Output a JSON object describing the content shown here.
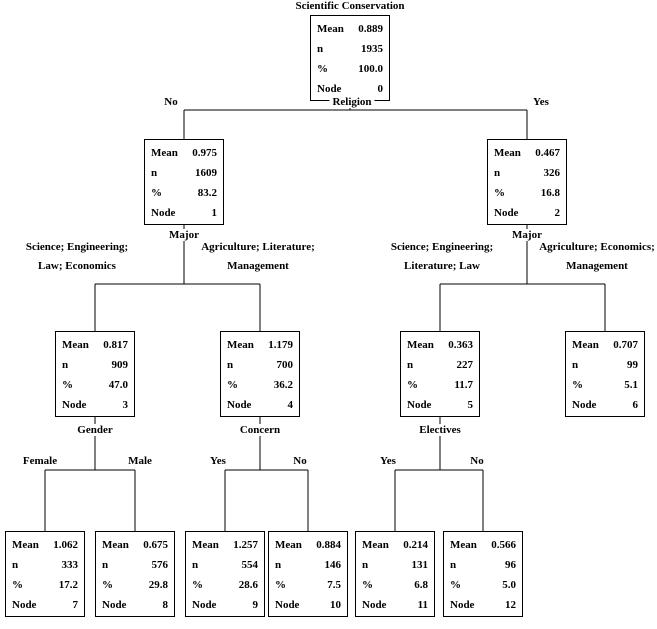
{
  "title": "Scientific Conservation",
  "field_labels": {
    "mean": "Mean",
    "n": "n",
    "pct": "%",
    "node": "Node"
  },
  "nodes": [
    {
      "mean": "0.889",
      "n": "1935",
      "pct": "100.0",
      "id": "0"
    },
    {
      "mean": "0.975",
      "n": "1609",
      "pct": "83.2",
      "id": "1"
    },
    {
      "mean": "0.467",
      "n": "326",
      "pct": "16.8",
      "id": "2"
    },
    {
      "mean": "0.817",
      "n": "909",
      "pct": "47.0",
      "id": "3"
    },
    {
      "mean": "1.179",
      "n": "700",
      "pct": "36.2",
      "id": "4"
    },
    {
      "mean": "0.363",
      "n": "227",
      "pct": "11.7",
      "id": "5"
    },
    {
      "mean": "0.707",
      "n": "99",
      "pct": "5.1",
      "id": "6"
    },
    {
      "mean": "1.062",
      "n": "333",
      "pct": "17.2",
      "id": "7"
    },
    {
      "mean": "0.675",
      "n": "576",
      "pct": "29.8",
      "id": "8"
    },
    {
      "mean": "1.257",
      "n": "554",
      "pct": "28.6",
      "id": "9"
    },
    {
      "mean": "0.884",
      "n": "146",
      "pct": "7.5",
      "id": "10"
    },
    {
      "mean": "0.214",
      "n": "131",
      "pct": "6.8",
      "id": "11"
    },
    {
      "mean": "0.566",
      "n": "96",
      "pct": "5.0",
      "id": "12"
    }
  ],
  "splits": {
    "religion": {
      "variable": "Religion",
      "left": "No",
      "right": "Yes"
    },
    "major_left": {
      "variable": "Major",
      "left1": "Science; Engineering;",
      "left2": "Law; Economics",
      "right1": "Agriculture; Literature;",
      "right2": "Management"
    },
    "major_right": {
      "variable": "Major",
      "left1": "Science; Engineering;",
      "left2": "Literature; Law",
      "right1": "Agriculture; Economics;",
      "right2": "Management"
    },
    "gender": {
      "variable": "Gender",
      "left": "Female",
      "right": "Male"
    },
    "concern": {
      "variable": "Concern",
      "left": "Yes",
      "right": "No"
    },
    "electives": {
      "variable": "Electives",
      "left": "Yes",
      "right": "No"
    }
  },
  "line_color": "#000000"
}
